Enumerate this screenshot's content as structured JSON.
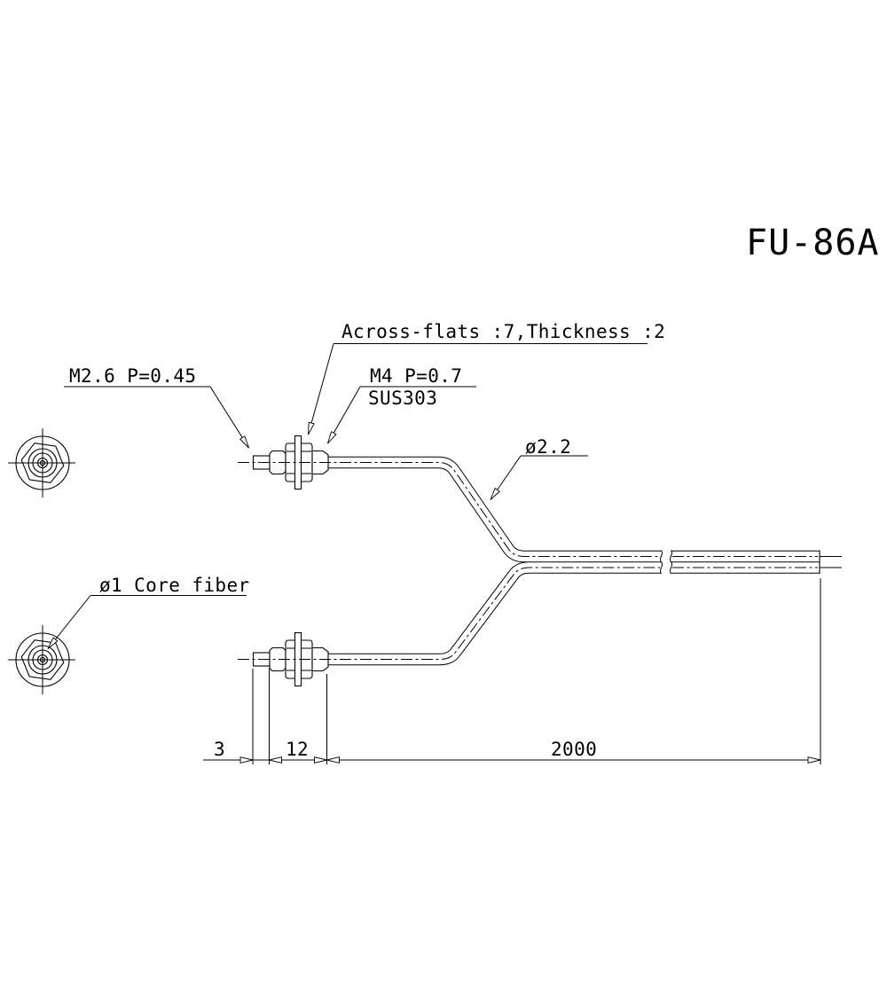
{
  "drawing": {
    "title": "FU-86A",
    "callouts": {
      "across_flats": "Across-flats :7,Thickness :2",
      "tip_thread": "M2.6 P=0.45",
      "mount_thread": "M4 P=0.7",
      "material": "SUS303",
      "cable_diameter": "ø2.2",
      "core_fiber": "ø1 Core fiber"
    },
    "dimensions": {
      "tip_length": "3",
      "thread_length": "12",
      "cable_length": "2000"
    },
    "colors": {
      "line": "#000000",
      "background": "#ffffff"
    }
  }
}
